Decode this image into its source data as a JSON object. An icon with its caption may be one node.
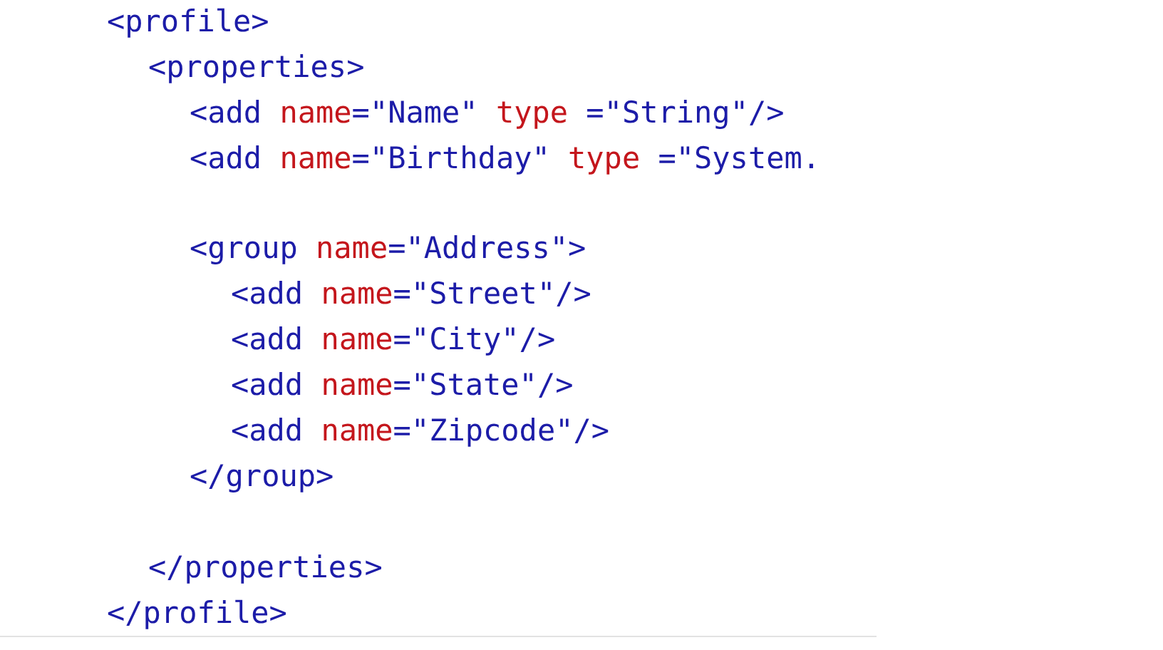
{
  "diagram": {
    "labels": [
      "<profile>",
      "<properties>",
      "<add name=\"Name\" type =\"String\"/>",
      "<add name=\"Birthday\" type =\"System.",
      "<group name=\"Address\">",
      "<add name=\"Street\"/>",
      "<add name=\"City\"/>",
      "<add name=\"State\"/>",
      "<add name=\"Zipcode\"/>",
      "</group>",
      "</properties>",
      "</profile>"
    ]
  }
}
